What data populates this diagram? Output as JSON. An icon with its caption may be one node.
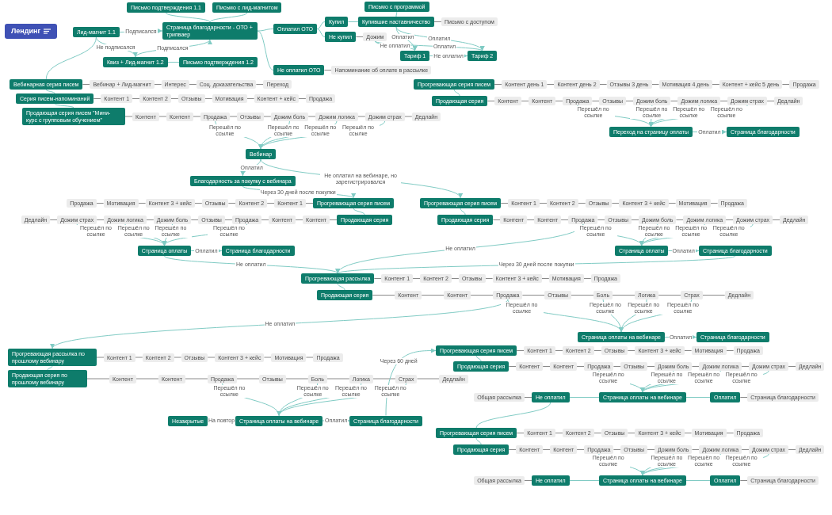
{
  "diagram": {
    "nodes": [
      {
        "text": [
          "Лендинг"
        ]
      },
      {
        "text": [
          "Лид-магнит 1.1"
        ]
      },
      {
        "text": [
          "Письмо подтверждения 1.1"
        ]
      },
      {
        "text": [
          "Письмо с лид-магнитом"
        ]
      },
      {
        "text": [
          "Страница благодарности - ОТО + трипваер"
        ]
      },
      {
        "text": [
          "Письмо подтверждения 1.2"
        ]
      },
      {
        "text": [
          "Квиз + Лид-магнит 1.2"
        ]
      },
      {
        "text": [
          "Оплатил ОТО"
        ]
      },
      {
        "text": [
          "Купил"
        ]
      },
      {
        "text": [
          "Не купил"
        ]
      },
      {
        "text": [
          "Письмо с программой"
        ]
      },
      {
        "text": [
          "Купившие наставничество"
        ]
      },
      {
        "text": [
          "Письмо с доступом"
        ]
      },
      {
        "text": [
          "Дожим"
        ]
      },
      {
        "text": [
          "Тариф 1"
        ]
      },
      {
        "text": [
          "Тариф 2"
        ]
      },
      {
        "text": [
          "Не оплатил ОТО"
        ]
      },
      {
        "text": [
          "Напоминание об оплате в рассылке"
        ]
      },
      {
        "text": [
          "Прогревающая серия писем"
        ]
      },
      {
        "text": [
          "Контент день 1"
        ]
      },
      {
        "text": [
          "Контент день 2"
        ]
      },
      {
        "text": [
          "Отзывы 3 день"
        ]
      },
      {
        "text": [
          "Мотивация 4 день"
        ]
      },
      {
        "text": [
          "Контент + кейс 5 день"
        ]
      },
      {
        "text": [
          "Продажа"
        ]
      },
      {
        "text": [
          "Продающая серия"
        ]
      },
      {
        "text": [
          "Контент"
        ]
      },
      {
        "text": [
          "Контент"
        ]
      },
      {
        "text": [
          "Продажа"
        ]
      },
      {
        "text": [
          "Отзывы"
        ]
      },
      {
        "text": [
          "Дожим боль"
        ]
      },
      {
        "text": [
          "Дожим логика"
        ]
      },
      {
        "text": [
          "Дожим страх"
        ]
      },
      {
        "text": [
          "Дедлайн"
        ]
      },
      {
        "text": [
          "Переход на страницу оплаты"
        ]
      },
      {
        "text": [
          "Страница благодарности"
        ]
      },
      {
        "text": [
          "Вебинарная серия писем"
        ]
      },
      {
        "text": [
          "Вебинар + Лид-магнит"
        ]
      },
      {
        "text": [
          "Интерес"
        ]
      },
      {
        "text": [
          "Соц. доказательства"
        ]
      },
      {
        "text": [
          "Переход"
        ]
      },
      {
        "text": [
          "Серия писем-напоминаний"
        ]
      },
      {
        "text": [
          "Контент 1"
        ]
      },
      {
        "text": [
          "Контент 2"
        ]
      },
      {
        "text": [
          "Отзывы"
        ]
      },
      {
        "text": [
          "Мотивация"
        ]
      },
      {
        "text": [
          "Контент + кейс"
        ]
      },
      {
        "text": [
          "Продажа"
        ]
      },
      {
        "text": [
          "Продающая серия писем \"Мини-курс с групповым обучением\""
        ]
      },
      {
        "text": [
          "Контент"
        ]
      },
      {
        "text": [
          "Контент"
        ]
      },
      {
        "text": [
          "Продажа"
        ]
      },
      {
        "text": [
          "Отзывы"
        ]
      },
      {
        "text": [
          "Дожим боль"
        ]
      },
      {
        "text": [
          "Дожим логика"
        ]
      },
      {
        "text": [
          "Дожим страх"
        ]
      },
      {
        "text": [
          "Дедлайн"
        ]
      },
      {
        "text": [
          "Вебинар"
        ]
      },
      {
        "text": [
          "Благодарность за покупку с вебинара"
        ]
      },
      {
        "text": [
          "Прогревающая серия писем"
        ]
      },
      {
        "text": [
          "Контент 1"
        ]
      },
      {
        "text": [
          "Контент 2"
        ]
      },
      {
        "text": [
          "Отзывы"
        ]
      },
      {
        "text": [
          "Контент 3 + кейс"
        ]
      },
      {
        "text": [
          "Мотивация"
        ]
      },
      {
        "text": [
          "Продажа"
        ]
      },
      {
        "text": [
          "Продающая серия"
        ]
      },
      {
        "text": [
          "Контент"
        ]
      },
      {
        "text": [
          "Контент"
        ]
      },
      {
        "text": [
          "Продажа"
        ]
      },
      {
        "text": [
          "Отзывы"
        ]
      },
      {
        "text": [
          "Дожим боль"
        ]
      },
      {
        "text": [
          "Дожим логика"
        ]
      },
      {
        "text": [
          "Дожим страх"
        ]
      },
      {
        "text": [
          "Дедлайн"
        ]
      },
      {
        "text": [
          "Страница оплаты"
        ]
      },
      {
        "text": [
          "Страница благодарности"
        ]
      },
      {
        "text": [
          "Прогревающая серия писем"
        ]
      },
      {
        "text": [
          "Контент 1"
        ]
      },
      {
        "text": [
          "Контент 2"
        ]
      },
      {
        "text": [
          "Отзывы"
        ]
      },
      {
        "text": [
          "Контент 3 + кейс"
        ]
      },
      {
        "text": [
          "Мотивация"
        ]
      },
      {
        "text": [
          "Продажа"
        ]
      },
      {
        "text": [
          "Продающая серия"
        ]
      },
      {
        "text": [
          "Контент"
        ]
      },
      {
        "text": [
          "Контент"
        ]
      },
      {
        "text": [
          "Продажа"
        ]
      },
      {
        "text": [
          "Отзывы"
        ]
      },
      {
        "text": [
          "Дожим боль"
        ]
      },
      {
        "text": [
          "Дожим логика"
        ]
      },
      {
        "text": [
          "Дожим страх"
        ]
      },
      {
        "text": [
          "Дедлайн"
        ]
      },
      {
        "text": [
          "Страница оплаты"
        ]
      },
      {
        "text": [
          "Страница благодарности"
        ]
      },
      {
        "text": [
          "Прогревающая рассылка"
        ]
      },
      {
        "text": [
          "Контент 1"
        ]
      },
      {
        "text": [
          "Контент 2"
        ]
      },
      {
        "text": [
          "Отзывы"
        ]
      },
      {
        "text": [
          "Контент 3 + кейс"
        ]
      },
      {
        "text": [
          "Мотивация"
        ]
      },
      {
        "text": [
          "Продажа"
        ]
      },
      {
        "text": [
          "Продающая серия"
        ]
      },
      {
        "text": [
          "Контент"
        ]
      },
      {
        "text": [
          "Контент"
        ]
      },
      {
        "text": [
          "Продажа"
        ]
      },
      {
        "text": [
          "Отзывы"
        ]
      },
      {
        "text": [
          "Боль"
        ]
      },
      {
        "text": [
          "Логика"
        ]
      },
      {
        "text": [
          "Страх"
        ]
      },
      {
        "text": [
          "Дедлайн"
        ]
      },
      {
        "text": [
          "Страница оплаты на вебинаре"
        ]
      },
      {
        "text": [
          "Страница благодарности"
        ]
      },
      {
        "text": [
          "Прогревающая рассылка по прошлому вебинару"
        ]
      },
      {
        "text": [
          "Контент 1"
        ]
      },
      {
        "text": [
          "Контент 2"
        ]
      },
      {
        "text": [
          "Отзывы"
        ]
      },
      {
        "text": [
          "Контент 3 + кейс"
        ]
      },
      {
        "text": [
          "Мотивация"
        ]
      },
      {
        "text": [
          "Продажа"
        ]
      },
      {
        "text": [
          "Продающая серия по прошлому вебинару"
        ]
      },
      {
        "text": [
          "Контент"
        ]
      },
      {
        "text": [
          "Контент"
        ]
      },
      {
        "text": [
          "Продажа"
        ]
      },
      {
        "text": [
          "Отзывы"
        ]
      },
      {
        "text": [
          "Боль"
        ]
      },
      {
        "text": [
          "Логика"
        ]
      },
      {
        "text": [
          "Страх"
        ]
      },
      {
        "text": [
          "Дедлайн"
        ]
      },
      {
        "text": [
          "Страница оплаты на вебинаре"
        ]
      },
      {
        "text": [
          "Незакрытые"
        ]
      },
      {
        "text": [
          "Страница благодарности"
        ]
      },
      {
        "text": [
          "Прогревающая серия писем"
        ]
      },
      {
        "text": [
          "Контент 1"
        ]
      },
      {
        "text": [
          "Контент 2"
        ]
      },
      {
        "text": [
          "Отзывы"
        ]
      },
      {
        "text": [
          "Контент 3 + кейс"
        ]
      },
      {
        "text": [
          "Мотивация"
        ]
      },
      {
        "text": [
          "Продажа"
        ]
      },
      {
        "text": [
          "Продающая серия"
        ]
      },
      {
        "text": [
          "Контент"
        ]
      },
      {
        "text": [
          "Контент"
        ]
      },
      {
        "text": [
          "Продажа"
        ]
      },
      {
        "text": [
          "Отзывы"
        ]
      },
      {
        "text": [
          "Дожим боль"
        ]
      },
      {
        "text": [
          "Дожим логика"
        ]
      },
      {
        "text": [
          "Дожим страх"
        ]
      },
      {
        "text": [
          "Дедлайн"
        ]
      },
      {
        "text": [
          "Страница оплаты на вебинаре"
        ]
      },
      {
        "text": [
          "Не оплатил"
        ]
      },
      {
        "text": [
          "Общая рассылка"
        ]
      },
      {
        "text": [
          "Оплатил"
        ]
      },
      {
        "text": [
          "Страница благодарности"
        ]
      },
      {
        "text": [
          "Прогревающая серия писем"
        ]
      },
      {
        "text": [
          "Контент 1"
        ]
      },
      {
        "text": [
          "Контент 2"
        ]
      },
      {
        "text": [
          "Отзывы"
        ]
      },
      {
        "text": [
          "Контент 3 + кейс"
        ]
      },
      {
        "text": [
          "Мотивация"
        ]
      },
      {
        "text": [
          "Продажа"
        ]
      },
      {
        "text": [
          "Продающая серия"
        ]
      },
      {
        "text": [
          "Контент"
        ]
      },
      {
        "text": [
          "Контент"
        ]
      },
      {
        "text": [
          "Продажа"
        ]
      },
      {
        "text": [
          "Отзывы"
        ]
      },
      {
        "text": [
          "Дожим боль"
        ]
      },
      {
        "text": [
          "Дожим логика"
        ]
      },
      {
        "text": [
          "Дожим страх"
        ]
      },
      {
        "text": [
          "Дедлайн"
        ]
      },
      {
        "text": [
          "Страница оплаты на вебинаре"
        ]
      },
      {
        "text": [
          "Не оплатил"
        ]
      },
      {
        "text": [
          "Общая рассылка"
        ]
      },
      {
        "text": [
          "Оплатил"
        ]
      },
      {
        "text": [
          "Страница благодарности"
        ]
      }
    ],
    "edges": [
      {
        "from": 1,
        "to": 4,
        "arrow": "to",
        "label": "Подписался",
        "color": "#80cbc4"
      },
      {
        "from": 1,
        "to": 6,
        "arrow": "to",
        "label": "Не подписался",
        "color": "#80cbc4"
      },
      {
        "from": 6,
        "to": 4,
        "arrow": "to",
        "label": "Подписался",
        "color": "#80cbc4"
      },
      {
        "from": 6,
        "to": 5,
        "arrow": "none",
        "color": "#80cbc4"
      },
      {
        "from": 4,
        "to": 2,
        "arrow": "none",
        "color": "#80cbc4"
      },
      {
        "from": 4,
        "to": 3,
        "arrow": "none",
        "color": "#80cbc4"
      },
      {
        "from": 4,
        "to": 7,
        "arrow": "none",
        "color": "#80cbc4"
      },
      {
        "from": 4,
        "to": 16,
        "arrow": "none",
        "color": "#80cbc4"
      },
      {
        "from": 16,
        "to": 17,
        "arrow": "none"
      },
      {
        "from": 7,
        "to": 8,
        "arrow": "none",
        "color": "#80cbc4"
      },
      {
        "from": 7,
        "to": 9,
        "arrow": "none",
        "color": "#80cbc4"
      },
      {
        "from": 8,
        "to": 11,
        "arrow": "none",
        "color": "#80cbc4"
      },
      {
        "from": 11,
        "to": 12,
        "arrow": "none"
      },
      {
        "from": 11,
        "to": 10,
        "arrow": "none",
        "color": "#80cbc4"
      },
      {
        "from": 9,
        "to": 13,
        "arrow": "none"
      },
      {
        "from": 11,
        "to": 14,
        "arrow": "to",
        "label": "Оплатил",
        "color": "#80cbc4"
      },
      {
        "from": 11,
        "to": 15,
        "arrow": "to",
        "label": "Оплатил",
        "color": "#80cbc4"
      },
      {
        "from": 13,
        "to": 15,
        "arrow": "to",
        "label": "Оплатил",
        "color": "#80cbc4"
      },
      {
        "from": 13,
        "to": 14,
        "arrow": "to",
        "label": "Не оплатил",
        "color": "#80cbc4"
      },
      {
        "from": 14,
        "to": 15,
        "arrow": "to",
        "label": "Не оплатил",
        "color": "#80cbc4"
      },
      {
        "from": 1,
        "to": 36,
        "arrow": "none",
        "color": "#80cbc4"
      },
      {
        "from": 18,
        "to": 19,
        "arrow": "none"
      },
      {
        "from": 19,
        "to": 20,
        "arrow": "none"
      },
      {
        "from": 20,
        "to": 21,
        "arrow": "none"
      },
      {
        "from": 21,
        "to": 22,
        "arrow": "none"
      },
      {
        "from": 22,
        "to": 23,
        "arrow": "none"
      },
      {
        "from": 23,
        "to": 24,
        "arrow": "none"
      },
      {
        "from": 18,
        "to": 25,
        "arrow": "none",
        "color": "#80cbc4"
      },
      {
        "from": 25,
        "to": 26,
        "arrow": "none"
      },
      {
        "from": 26,
        "to": 27,
        "arrow": "none"
      },
      {
        "from": 27,
        "to": 28,
        "arrow": "none"
      },
      {
        "from": 28,
        "to": 29,
        "arrow": "none"
      },
      {
        "from": 29,
        "to": 30,
        "arrow": "none"
      },
      {
        "from": 30,
        "to": 31,
        "arrow": "none"
      },
      {
        "from": 31,
        "to": 32,
        "arrow": "none"
      },
      {
        "from": 32,
        "to": 33,
        "arrow": "none"
      },
      {
        "from": 28,
        "to": 34,
        "arrow": "to",
        "label": "Перешёл по ссылке",
        "color": "#80cbc4"
      },
      {
        "from": 30,
        "to": 34,
        "arrow": "to",
        "label": "Перешёл по ссылке",
        "color": "#80cbc4"
      },
      {
        "from": 31,
        "to": 34,
        "arrow": "to",
        "label": "Перешёл по ссылке",
        "color": "#80cbc4"
      },
      {
        "from": 32,
        "to": 34,
        "arrow": "to",
        "label": "Перешёл по ссылке",
        "color": "#80cbc4"
      },
      {
        "from": 34,
        "to": 35,
        "arrow": "to",
        "label": "Оплатил",
        "color": "#80cbc4"
      },
      {
        "from": 36,
        "to": 37,
        "arrow": "none"
      },
      {
        "from": 37,
        "to": 38,
        "arrow": "none"
      },
      {
        "from": 38,
        "to": 39,
        "arrow": "none"
      },
      {
        "from": 39,
        "to": 40,
        "arrow": "none"
      },
      {
        "from": 36,
        "to": 41,
        "arrow": "none",
        "color": "#80cbc4"
      },
      {
        "from": 41,
        "to": 42,
        "arrow": "none"
      },
      {
        "from": 42,
        "to": 43,
        "arrow": "none"
      },
      {
        "from": 43,
        "to": 44,
        "arrow": "none"
      },
      {
        "from": 44,
        "to": 45,
        "arrow": "none"
      },
      {
        "from": 45,
        "to": 46,
        "arrow": "none"
      },
      {
        "from": 46,
        "to": 47,
        "arrow": "none"
      },
      {
        "from": 41,
        "to": 48,
        "arrow": "none",
        "color": "#80cbc4"
      },
      {
        "from": 48,
        "to": 49,
        "arrow": "none"
      },
      {
        "from": 49,
        "to": 50,
        "arrow": "none"
      },
      {
        "from": 50,
        "to": 51,
        "arrow": "none"
      },
      {
        "from": 51,
        "to": 52,
        "arrow": "none"
      },
      {
        "from": 52,
        "to": 53,
        "arrow": "none"
      },
      {
        "from": 53,
        "to": 54,
        "arrow": "none"
      },
      {
        "from": 54,
        "to": 55,
        "arrow": "none"
      },
      {
        "from": 55,
        "to": 56,
        "arrow": "none"
      },
      {
        "from": 51,
        "to": 57,
        "arrow": "to",
        "label": "Перешёл по ссылке",
        "color": "#80cbc4"
      },
      {
        "from": 53,
        "to": 57,
        "arrow": "to",
        "label": "Перешёл по ссылке",
        "color": "#80cbc4"
      },
      {
        "from": 54,
        "to": 57,
        "arrow": "to",
        "label": "Перешёл по ссылке",
        "color": "#80cbc4"
      },
      {
        "from": 55,
        "to": 57,
        "arrow": "to",
        "label": "Перешёл по ссылке",
        "color": "#80cbc4"
      },
      {
        "from": 57,
        "to": 58,
        "arrow": "to",
        "label": "Оплатил",
        "color": "#80cbc4"
      },
      {
        "from": 57,
        "to": 77,
        "arrow": "to",
        "label": "Не оплатил на вебинаре, но зарегистрировался",
        "color": "#80cbc4"
      },
      {
        "from": 58,
        "to": 59,
        "arrow": "to",
        "label": "Через 30 дней после покупки",
        "color": "#80cbc4"
      },
      {
        "from": 59,
        "to": 60,
        "arrow": "none"
      },
      {
        "from": 60,
        "to": 61,
        "arrow": "none"
      },
      {
        "from": 61,
        "to": 62,
        "arrow": "none"
      },
      {
        "from": 62,
        "to": 63,
        "arrow": "none"
      },
      {
        "from": 63,
        "to": 64,
        "arrow": "none"
      },
      {
        "from": 64,
        "to": 65,
        "arrow": "none"
      },
      {
        "from": 59,
        "to": 66,
        "arrow": "none",
        "color": "#80cbc4"
      },
      {
        "from": 66,
        "to": 67,
        "arrow": "none"
      },
      {
        "from": 67,
        "to": 68,
        "arrow": "none"
      },
      {
        "from": 68,
        "to": 69,
        "arrow": "none"
      },
      {
        "from": 69,
        "to": 70,
        "arrow": "none"
      },
      {
        "from": 70,
        "to": 71,
        "arrow": "none"
      },
      {
        "from": 71,
        "to": 72,
        "arrow": "none"
      },
      {
        "from": 72,
        "to": 73,
        "arrow": "none"
      },
      {
        "from": 73,
        "to": 74,
        "arrow": "none"
      },
      {
        "from": 69,
        "to": 75,
        "arrow": "to",
        "label": "Перешёл по ссылке",
        "color": "#80cbc4"
      },
      {
        "from": 71,
        "to": 75,
        "arrow": "to",
        "label": "Перешёл по ссылке",
        "color": "#80cbc4"
      },
      {
        "from": 72,
        "to": 75,
        "arrow": "to",
        "label": "Перешёл по ссылке",
        "color": "#80cbc4"
      },
      {
        "from": 73,
        "to": 75,
        "arrow": "to",
        "label": "Перешёл по ссылке",
        "color": "#80cbc4"
      },
      {
        "from": 75,
        "to": 76,
        "arrow": "to",
        "label": "Оплатил",
        "color": "#80cbc4"
      },
      {
        "from": 75,
        "to": 95,
        "arrow": "to",
        "label": "Не оплатил",
        "color": "#80cbc4"
      },
      {
        "from": 77,
        "to": 78,
        "arrow": "none"
      },
      {
        "from": 78,
        "to": 79,
        "arrow": "none"
      },
      {
        "from": 79,
        "to": 80,
        "arrow": "none"
      },
      {
        "from": 80,
        "to": 81,
        "arrow": "none"
      },
      {
        "from": 81,
        "to": 82,
        "arrow": "none"
      },
      {
        "from": 82,
        "to": 83,
        "arrow": "none"
      },
      {
        "from": 77,
        "to": 84,
        "arrow": "none",
        "color": "#80cbc4"
      },
      {
        "from": 84,
        "to": 85,
        "arrow": "none"
      },
      {
        "from": 85,
        "to": 86,
        "arrow": "none"
      },
      {
        "from": 86,
        "to": 87,
        "arrow": "none"
      },
      {
        "from": 87,
        "to": 88,
        "arrow": "none"
      },
      {
        "from": 88,
        "to": 89,
        "arrow": "none"
      },
      {
        "from": 89,
        "to": 90,
        "arrow": "none"
      },
      {
        "from": 90,
        "to": 91,
        "arrow": "none"
      },
      {
        "from": 91,
        "to": 92,
        "arrow": "none"
      },
      {
        "from": 87,
        "to": 93,
        "arrow": "to",
        "label": "Перешёл по ссылке",
        "color": "#80cbc4"
      },
      {
        "from": 89,
        "to": 93,
        "arrow": "to",
        "label": "Перешёл по ссылке",
        "color": "#80cbc4"
      },
      {
        "from": 90,
        "to": 93,
        "arrow": "to",
        "label": "Перешёл по ссылке",
        "color": "#80cbc4"
      },
      {
        "from": 91,
        "to": 93,
        "arrow": "to",
        "label": "Перешёл по ссылке",
        "color": "#80cbc4"
      },
      {
        "from": 93,
        "to": 94,
        "arrow": "to",
        "label": "Оплатил",
        "color": "#80cbc4"
      },
      {
        "from": 87,
        "to": 95,
        "arrow": "to",
        "label": "Не оплатил",
        "color": "#80cbc4"
      },
      {
        "from": 94,
        "to": 95,
        "arrow": "to",
        "label": "Через 30 дней после покупки",
        "color": "#80cbc4"
      },
      {
        "from": 95,
        "to": 96,
        "arrow": "none"
      },
      {
        "from": 96,
        "to": 97,
        "arrow": "none"
      },
      {
        "from": 97,
        "to": 98,
        "arrow": "none"
      },
      {
        "from": 98,
        "to": 99,
        "arrow": "none"
      },
      {
        "from": 99,
        "to": 100,
        "arrow": "none"
      },
      {
        "from": 100,
        "to": 101,
        "arrow": "none"
      },
      {
        "from": 95,
        "to": 102,
        "arrow": "none",
        "color": "#80cbc4"
      },
      {
        "from": 102,
        "to": 103,
        "arrow": "none"
      },
      {
        "from": 103,
        "to": 104,
        "arrow": "none"
      },
      {
        "from": 104,
        "to": 105,
        "arrow": "none"
      },
      {
        "from": 105,
        "to": 106,
        "arrow": "none"
      },
      {
        "from": 106,
        "to": 107,
        "arrow": "none"
      },
      {
        "from": 107,
        "to": 108,
        "arrow": "none"
      },
      {
        "from": 108,
        "to": 109,
        "arrow": "none"
      },
      {
        "from": 109,
        "to": 110,
        "arrow": "none"
      },
      {
        "from": 105,
        "to": 111,
        "arrow": "to",
        "label": "Перешёл по ссылке",
        "color": "#80cbc4"
      },
      {
        "from": 107,
        "to": 111,
        "arrow": "to",
        "label": "Перешёл по ссылке",
        "color": "#80cbc4"
      },
      {
        "from": 108,
        "to": 111,
        "arrow": "to",
        "label": "Перешёл по ссылке",
        "color": "#80cbc4"
      },
      {
        "from": 109,
        "to": 111,
        "arrow": "to",
        "label": "Перешёл по ссылке",
        "color": "#80cbc4"
      },
      {
        "from": 111,
        "to": 112,
        "arrow": "to",
        "label": "Оплатил",
        "color": "#80cbc4"
      },
      {
        "from": 105,
        "to": 113,
        "arrow": "to",
        "label": "Не оплатил",
        "color": "#80cbc4"
      },
      {
        "from": 113,
        "to": 114,
        "arrow": "none"
      },
      {
        "from": 114,
        "to": 115,
        "arrow": "none"
      },
      {
        "from": 115,
        "to": 116,
        "arrow": "none"
      },
      {
        "from": 116,
        "to": 117,
        "arrow": "none"
      },
      {
        "from": 117,
        "to": 118,
        "arrow": "none"
      },
      {
        "from": 118,
        "to": 119,
        "arrow": "none"
      },
      {
        "from": 113,
        "to": 120,
        "arrow": "none",
        "color": "#80cbc4"
      },
      {
        "from": 120,
        "to": 121,
        "arrow": "none"
      },
      {
        "from": 121,
        "to": 122,
        "arrow": "none"
      },
      {
        "from": 122,
        "to": 123,
        "arrow": "none"
      },
      {
        "from": 123,
        "to": 124,
        "arrow": "none"
      },
      {
        "from": 124,
        "to": 125,
        "arrow": "none"
      },
      {
        "from": 125,
        "to": 126,
        "arrow": "none"
      },
      {
        "from": 126,
        "to": 127,
        "arrow": "none"
      },
      {
        "from": 127,
        "to": 128,
        "arrow": "none"
      },
      {
        "from": 123,
        "to": 129,
        "arrow": "to",
        "label": "Перешёл по ссылке",
        "color": "#80cbc4"
      },
      {
        "from": 125,
        "to": 129,
        "arrow": "to",
        "label": "Перешёл по ссылке",
        "color": "#80cbc4"
      },
      {
        "from": 126,
        "to": 129,
        "arrow": "to",
        "label": "Перешёл по ссылке",
        "color": "#80cbc4"
      },
      {
        "from": 127,
        "to": 129,
        "arrow": "to",
        "label": "Перешёл по ссылке",
        "color": "#80cbc4"
      },
      {
        "from": 129,
        "to": 130,
        "arrow": "to",
        "label": "На повтор",
        "color": "#80cbc4"
      },
      {
        "from": 129,
        "to": 131,
        "arrow": "to",
        "label": "Оплатил",
        "color": "#80cbc4"
      },
      {
        "from": 131,
        "to": 132,
        "arrow": "to",
        "label": "Через 60 дней",
        "color": "#80cbc4"
      },
      {
        "from": 132,
        "to": 133,
        "arrow": "none"
      },
      {
        "from": 133,
        "to": 134,
        "arrow": "none"
      },
      {
        "from": 134,
        "to": 135,
        "arrow": "none"
      },
      {
        "from": 135,
        "to": 136,
        "arrow": "none"
      },
      {
        "from": 136,
        "to": 137,
        "arrow": "none"
      },
      {
        "from": 137,
        "to": 138,
        "arrow": "none"
      },
      {
        "from": 132,
        "to": 139,
        "arrow": "none",
        "color": "#80cbc4"
      },
      {
        "from": 139,
        "to": 140,
        "arrow": "none"
      },
      {
        "from": 140,
        "to": 141,
        "arrow": "none"
      },
      {
        "from": 141,
        "to": 142,
        "arrow": "none"
      },
      {
        "from": 142,
        "to": 143,
        "arrow": "none"
      },
      {
        "from": 143,
        "to": 144,
        "arrow": "none"
      },
      {
        "from": 144,
        "to": 145,
        "arrow": "none"
      },
      {
        "from": 145,
        "to": 146,
        "arrow": "none"
      },
      {
        "from": 146,
        "to": 147,
        "arrow": "none"
      },
      {
        "from": 142,
        "to": 148,
        "arrow": "to",
        "label": "Перешёл по ссылке",
        "color": "#80cbc4"
      },
      {
        "from": 144,
        "to": 148,
        "arrow": "to",
        "label": "Перешёл по ссылке",
        "color": "#80cbc4"
      },
      {
        "from": 145,
        "to": 148,
        "arrow": "to",
        "label": "Перешёл по ссылке",
        "color": "#80cbc4"
      },
      {
        "from": 146,
        "to": 148,
        "arrow": "to",
        "label": "Перешёл по ссылке",
        "color": "#80cbc4"
      },
      {
        "from": 148,
        "to": 149,
        "arrow": "none",
        "color": "#80cbc4"
      },
      {
        "from": 149,
        "to": 150,
        "arrow": "none"
      },
      {
        "from": 148,
        "to": 151,
        "arrow": "none",
        "color": "#80cbc4"
      },
      {
        "from": 151,
        "to": 152,
        "arrow": "none"
      },
      {
        "from": 149,
        "to": 153,
        "arrow": "none",
        "color": "#80cbc4"
      },
      {
        "from": 153,
        "to": 154,
        "arrow": "none"
      },
      {
        "from": 154,
        "to": 155,
        "arrow": "none"
      },
      {
        "from": 155,
        "to": 156,
        "arrow": "none"
      },
      {
        "from": 156,
        "to": 157,
        "arrow": "none"
      },
      {
        "from": 157,
        "to": 158,
        "arrow": "none"
      },
      {
        "from": 158,
        "to": 159,
        "arrow": "none"
      },
      {
        "from": 153,
        "to": 160,
        "arrow": "none",
        "color": "#80cbc4"
      },
      {
        "from": 160,
        "to": 161,
        "arrow": "none"
      },
      {
        "from": 161,
        "to": 162,
        "arrow": "none"
      },
      {
        "from": 162,
        "to": 163,
        "arrow": "none"
      },
      {
        "from": 163,
        "to": 164,
        "arrow": "none"
      },
      {
        "from": 164,
        "to": 165,
        "arrow": "none"
      },
      {
        "from": 165,
        "to": 166,
        "arrow": "none"
      },
      {
        "from": 166,
        "to": 167,
        "arrow": "none"
      },
      {
        "from": 167,
        "to": 168,
        "arrow": "none"
      },
      {
        "from": 163,
        "to": 169,
        "arrow": "to",
        "label": "Перешёл по ссылке",
        "color": "#80cbc4"
      },
      {
        "from": 165,
        "to": 169,
        "arrow": "to",
        "label": "Перешёл по ссылке",
        "color": "#80cbc4"
      },
      {
        "from": 166,
        "to": 169,
        "arrow": "to",
        "label": "Перешёл по ссылке",
        "color": "#80cbc4"
      },
      {
        "from": 167,
        "to": 169,
        "arrow": "to",
        "label": "Перешёл по ссылке",
        "color": "#80cbc4"
      },
      {
        "from": 169,
        "to": 170,
        "arrow": "none",
        "color": "#80cbc4"
      },
      {
        "from": 170,
        "to": 171,
        "arrow": "none"
      },
      {
        "from": 169,
        "to": 172,
        "arrow": "none",
        "color": "#80cbc4"
      },
      {
        "from": 172,
        "to": 173,
        "arrow": "none"
      }
    ]
  }
}
